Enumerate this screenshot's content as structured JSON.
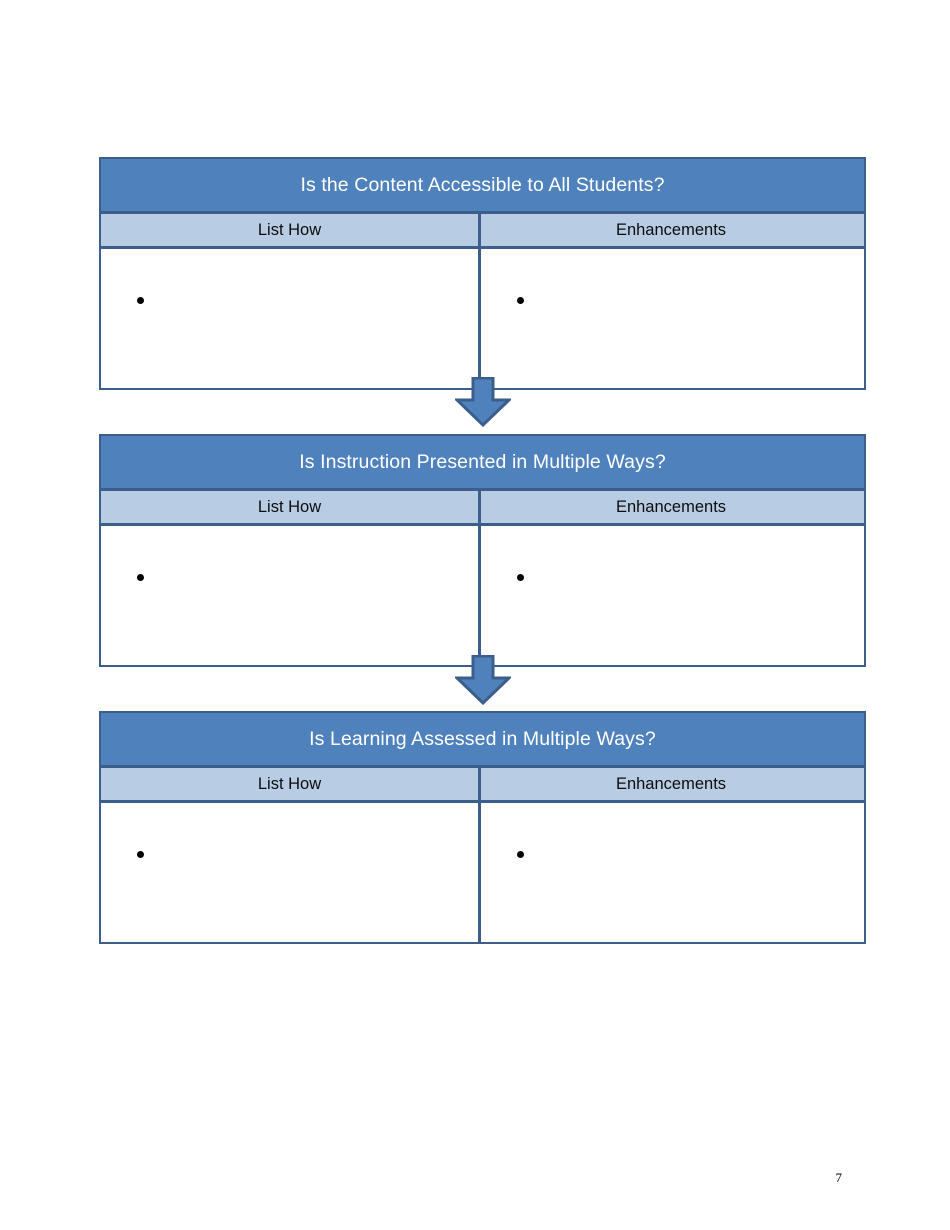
{
  "document": {
    "page_number": "7",
    "colors": {
      "title_bar": "#4f81bd",
      "subheader_bar": "#b8cce4",
      "border": "#3b5f8a",
      "arrow_fill": "#4f81bd",
      "arrow_outline": "#3b5f8a",
      "title_text": "#ffffff",
      "body_text": "#000000",
      "page_background": "#ffffff"
    }
  },
  "sections": [
    {
      "title": "Is the Content Accessible to All Students?",
      "columns": [
        {
          "header": "List How",
          "bullets": [
            ""
          ]
        },
        {
          "header": "Enhancements",
          "bullets": [
            ""
          ]
        }
      ]
    },
    {
      "title": "Is Instruction Presented in Multiple Ways?",
      "columns": [
        {
          "header": "List How",
          "bullets": [
            ""
          ]
        },
        {
          "header": "Enhancements",
          "bullets": [
            ""
          ]
        }
      ]
    },
    {
      "title": "Is Learning Assessed in Multiple Ways?",
      "columns": [
        {
          "header": "List How",
          "bullets": [
            ""
          ]
        },
        {
          "header": "Enhancements",
          "bullets": [
            ""
          ]
        }
      ]
    }
  ],
  "connectors": [
    {
      "icon": "down-arrow-icon",
      "from": "section-1",
      "to": "section-2"
    },
    {
      "icon": "down-arrow-icon",
      "from": "section-2",
      "to": "section-3"
    }
  ]
}
